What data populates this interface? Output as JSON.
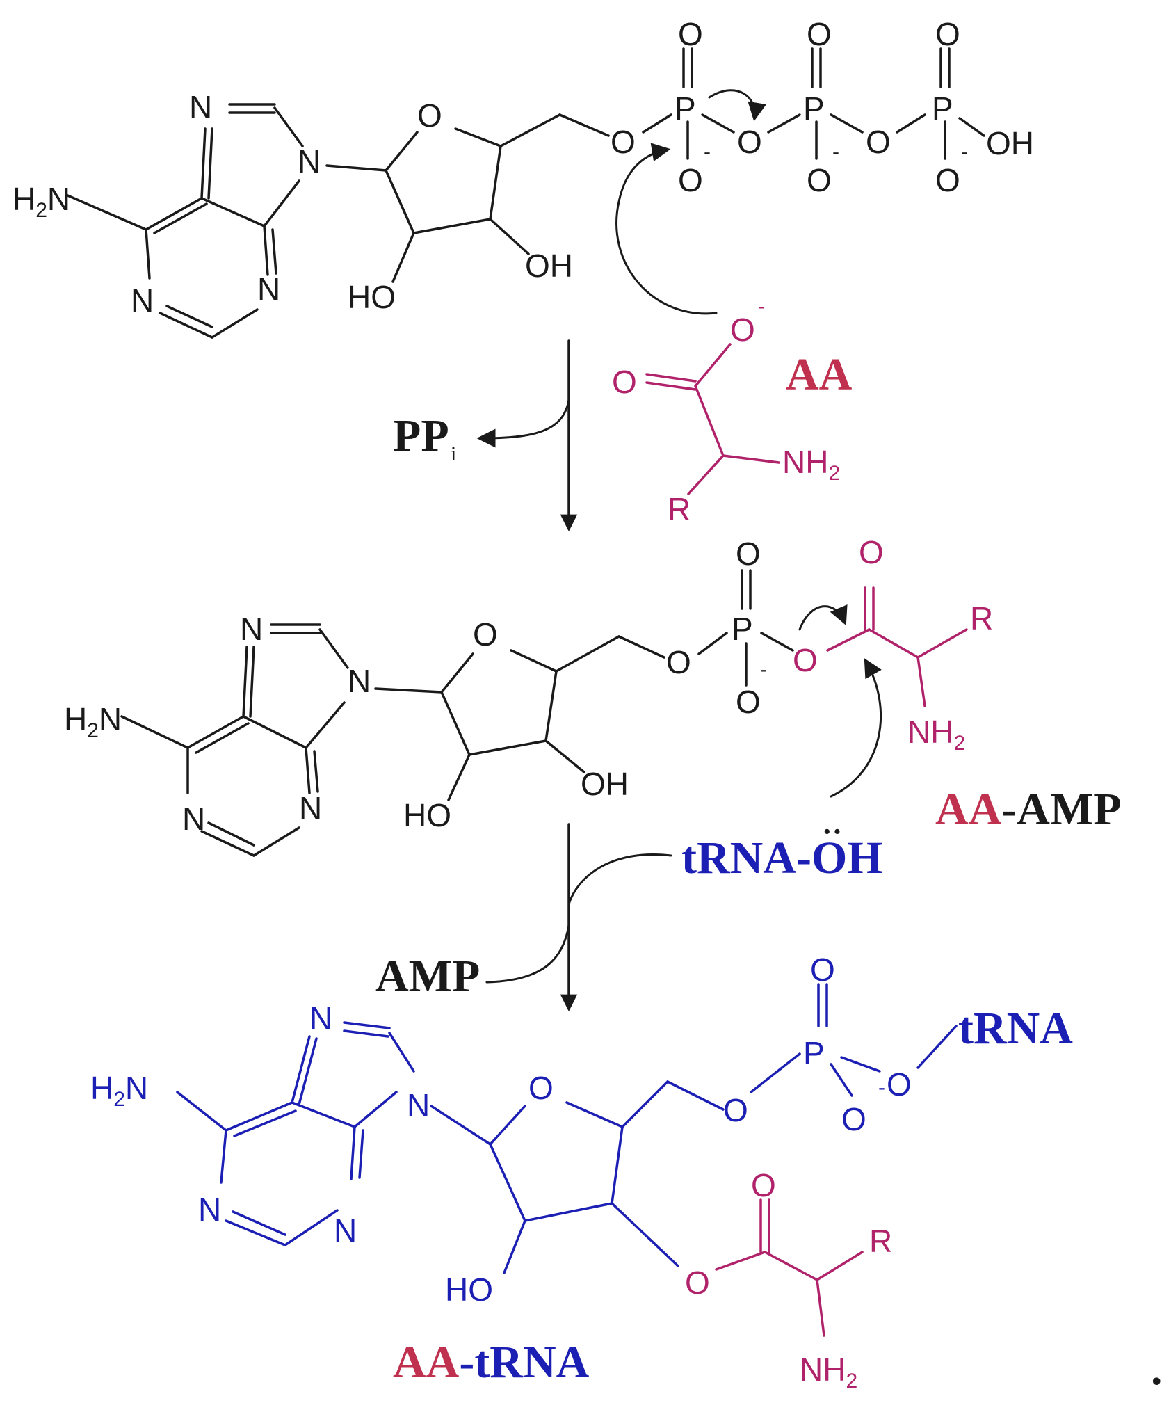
{
  "colors": {
    "black": "#1a1a1a",
    "magenta": "#b0236a",
    "label_red": "#c0304f",
    "blue": "#1c1fb3"
  },
  "atoms": {
    "N": "N",
    "O": "O",
    "P": "P",
    "H2N": "H2N",
    "HO": "HO",
    "OH": "OH",
    "NH2": "NH2",
    "R": "R",
    "minus": "-"
  },
  "labels": {
    "aa": "AA",
    "pp": "PP",
    "pp_sub": "i",
    "aa_amp_part1": "AA",
    "aa_amp_part2": "-AMP",
    "trna_oh_prefix": "tRNA-",
    "trna_oh_o": "O",
    "trna_oh_h": "H",
    "trna_oh_lonepair": "··",
    "amp": "AMP",
    "trna": "tRNA",
    "aa_trna_part1": "AA",
    "aa_trna_part2": "-tRNA",
    "trailing_period": "."
  }
}
